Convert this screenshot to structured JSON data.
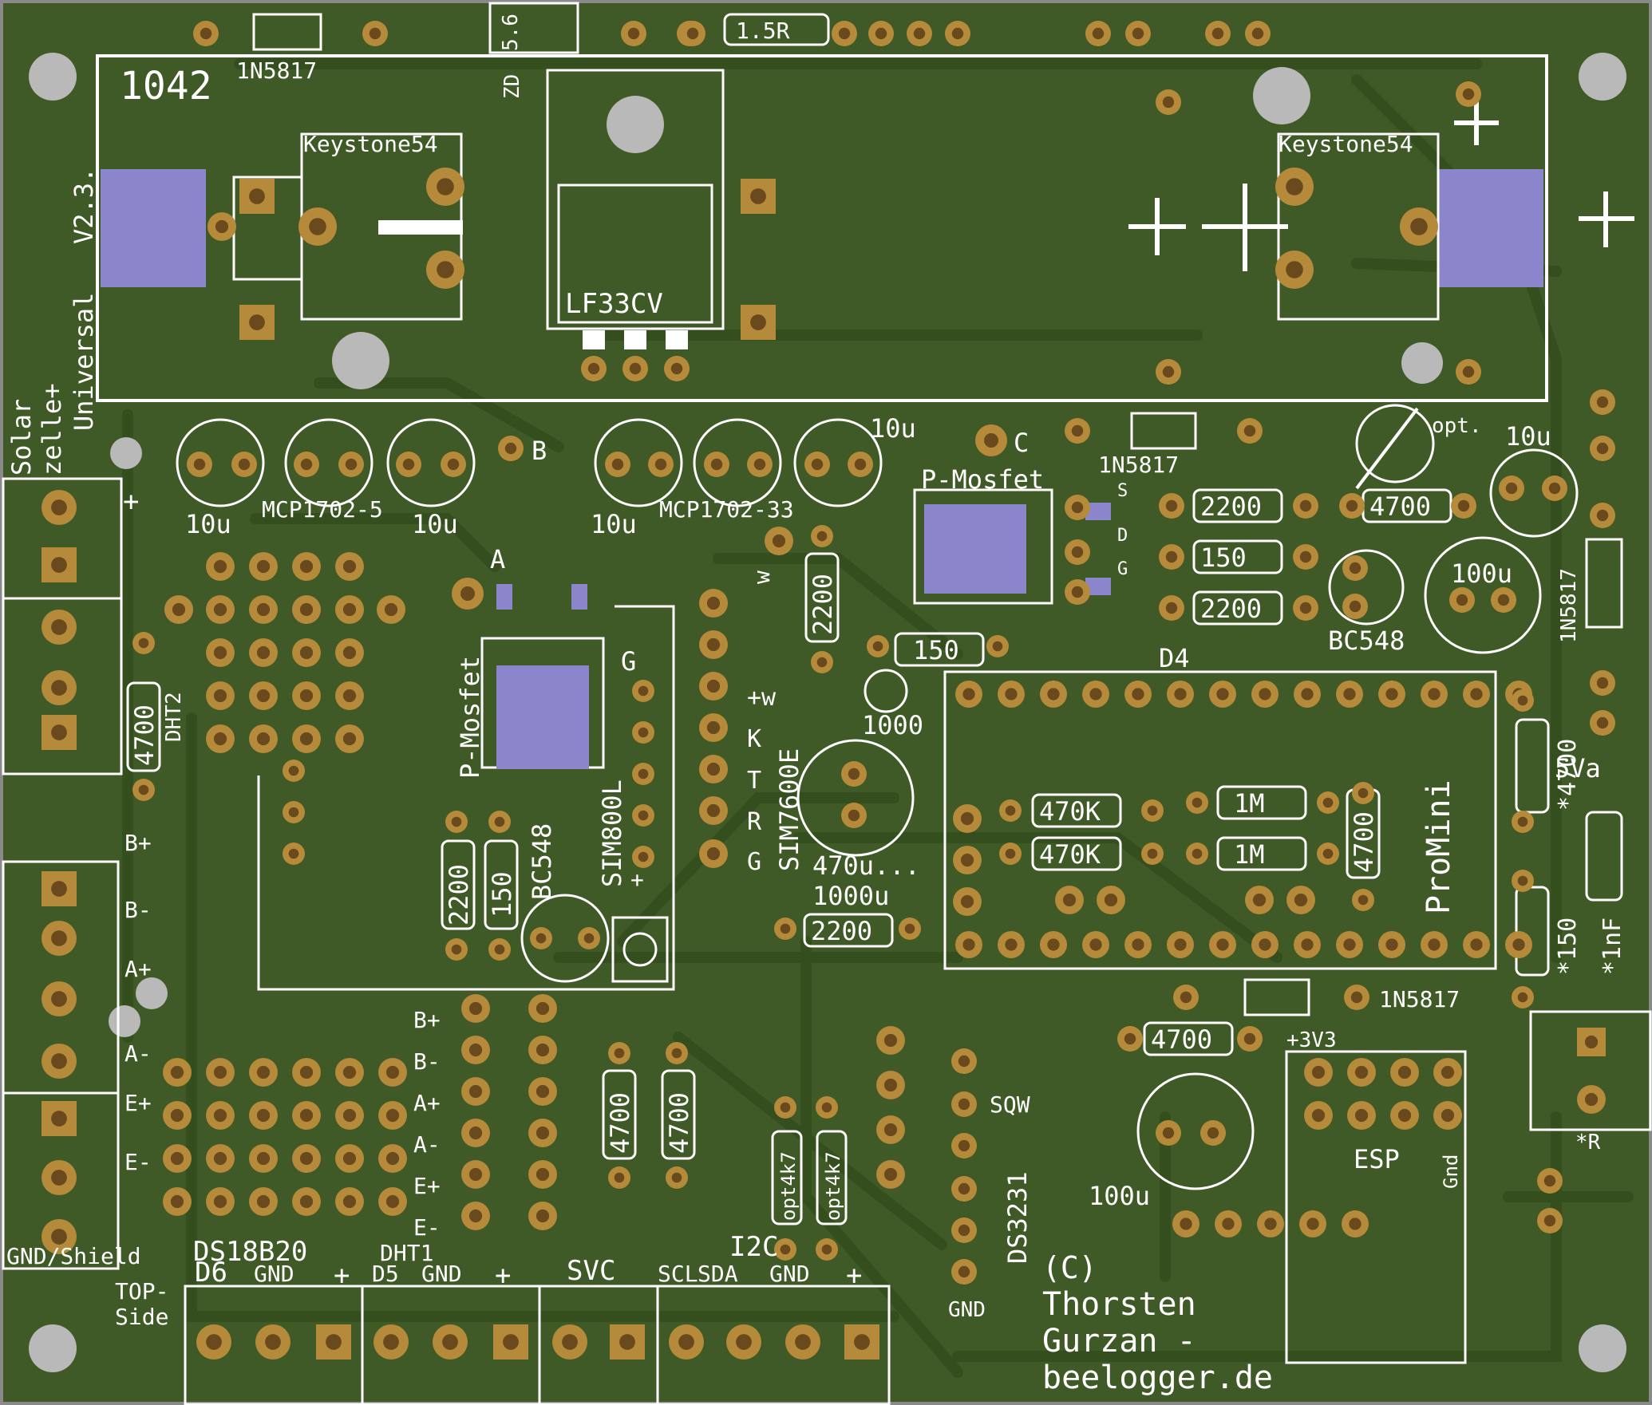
{
  "board": {
    "colors": {
      "pcb": "#3f5a26",
      "pcb_dark": "#2f4a1c",
      "trace": "#364f20",
      "silk": "#ffffff",
      "pad_ring": "#b58a3a",
      "pad_hole": "#6a4a1c",
      "smd_pad": "#8b86cc",
      "mount_hole": "#b9b9b9"
    },
    "labels": {
      "board_id": "1042",
      "version": "V2.3.",
      "universal": "Universal",
      "solar": "Solar",
      "zelle": "zelle+",
      "d_1n5817_top": "1N5817",
      "zd": "ZD",
      "zd_value": "5.6",
      "r_1_5": "1.5R",
      "keystone_left": "Keystone54",
      "keystone_right": "Keystone54",
      "lf33cv": "LF33CV",
      "mcp1702_5": "MCP1702-5",
      "mcp1702_33": "MCP1702-33",
      "cap_10u_1": "10u",
      "cap_10u_2": "10u",
      "cap_10u_3": "10u",
      "cap_10u_4": "10u",
      "cap_10u_5": "10u",
      "pad_b": "B",
      "pad_c": "C",
      "pad_a": "A",
      "pad_w": "w",
      "pmosfet_1": "P-Mosfet",
      "pmosfet_2": "P-Mosfet",
      "pin_s": "S",
      "pin_d": "D",
      "pin_g": "G",
      "d_1n5817_mid": "1N5817",
      "d_1n5817_right": "1N5817",
      "d_1n5817_bottom": "1N5817",
      "r_2200_a": "2200",
      "r_150_a": "150",
      "r_2200_b": "2200",
      "r_4700_a": "4700",
      "opt": "opt.",
      "bc548_right": "BC548",
      "cap_100u_right": "100u",
      "cap_100u_bottom": "100u",
      "r_2200_vert": "2200",
      "r_150_mid": "150",
      "cap_1000": "1000",
      "d4": "D4",
      "dht2": "DHT2",
      "r_4700_dht": "4700",
      "gsm_g": "G",
      "gsm_w": "+w",
      "gsm_k": "K",
      "gsm_t": "T",
      "gsm_r": "R",
      "gsm_g2": "G",
      "sim800l": "SIM800L",
      "sim7600e": "SIM7600E",
      "gsm_plus": "+",
      "cap_470u": "470u...",
      "cap_1000u": "1000u",
      "r_2200_low": "2200",
      "bc548_left": "BC548",
      "r_2200_v2": "2200",
      "r_150_v2": "150",
      "r_470k_1": "470K",
      "r_470k_2": "470K",
      "r_1m_1": "1M",
      "r_1m_2": "1M",
      "r_4700_v": "4700",
      "promini": "ProMini",
      "r_4700_star": "*4700",
      "label_5va": "5Va",
      "r_150_star": "*150",
      "c_1nf": "*1nF",
      "r_star": "*R",
      "r_4700_low": "4700",
      "plus_3v3": "+3V3",
      "esp": "ESP",
      "gnd_esp": "Gnd",
      "sqw": "SQW",
      "ds3231": "DS3231",
      "gnd_ds": "GND",
      "opt4k7_1": "opt4k7",
      "opt4k7_2": "opt4k7",
      "r_4700_c": "4700",
      "r_4700_d": "4700",
      "hx_bp": "B+",
      "hx_bm": "B-",
      "hx_ap": "A+",
      "hx_am": "A-",
      "hx_ep": "E+",
      "hx_em": "E-",
      "cn_bp": "B+",
      "cn_bm": "B-",
      "cn_ap": "A+",
      "cn_am": "A-",
      "cn_ep": "E+",
      "cn_em": "E-",
      "gnd_shield": "GND/Shield",
      "top_side_1": "TOP-",
      "top_side_2": "Side",
      "ds18b20": "DS18B20",
      "d6": "D6",
      "gnd_1": "GND",
      "plus_1": "+",
      "dht1": "DHT1",
      "d5": "D5",
      "gnd_2": "GND",
      "plus_2": "+",
      "svc": "SVC",
      "i2c": "I2C",
      "scl": "SCL",
      "sda": "SDA",
      "gnd_3": "GND",
      "plus_3": "+",
      "solar_plus": "+",
      "copyright": "(C)",
      "author_1": "Thorsten",
      "author_2": "Gurzan -",
      "website": "beelogger.de"
    }
  }
}
